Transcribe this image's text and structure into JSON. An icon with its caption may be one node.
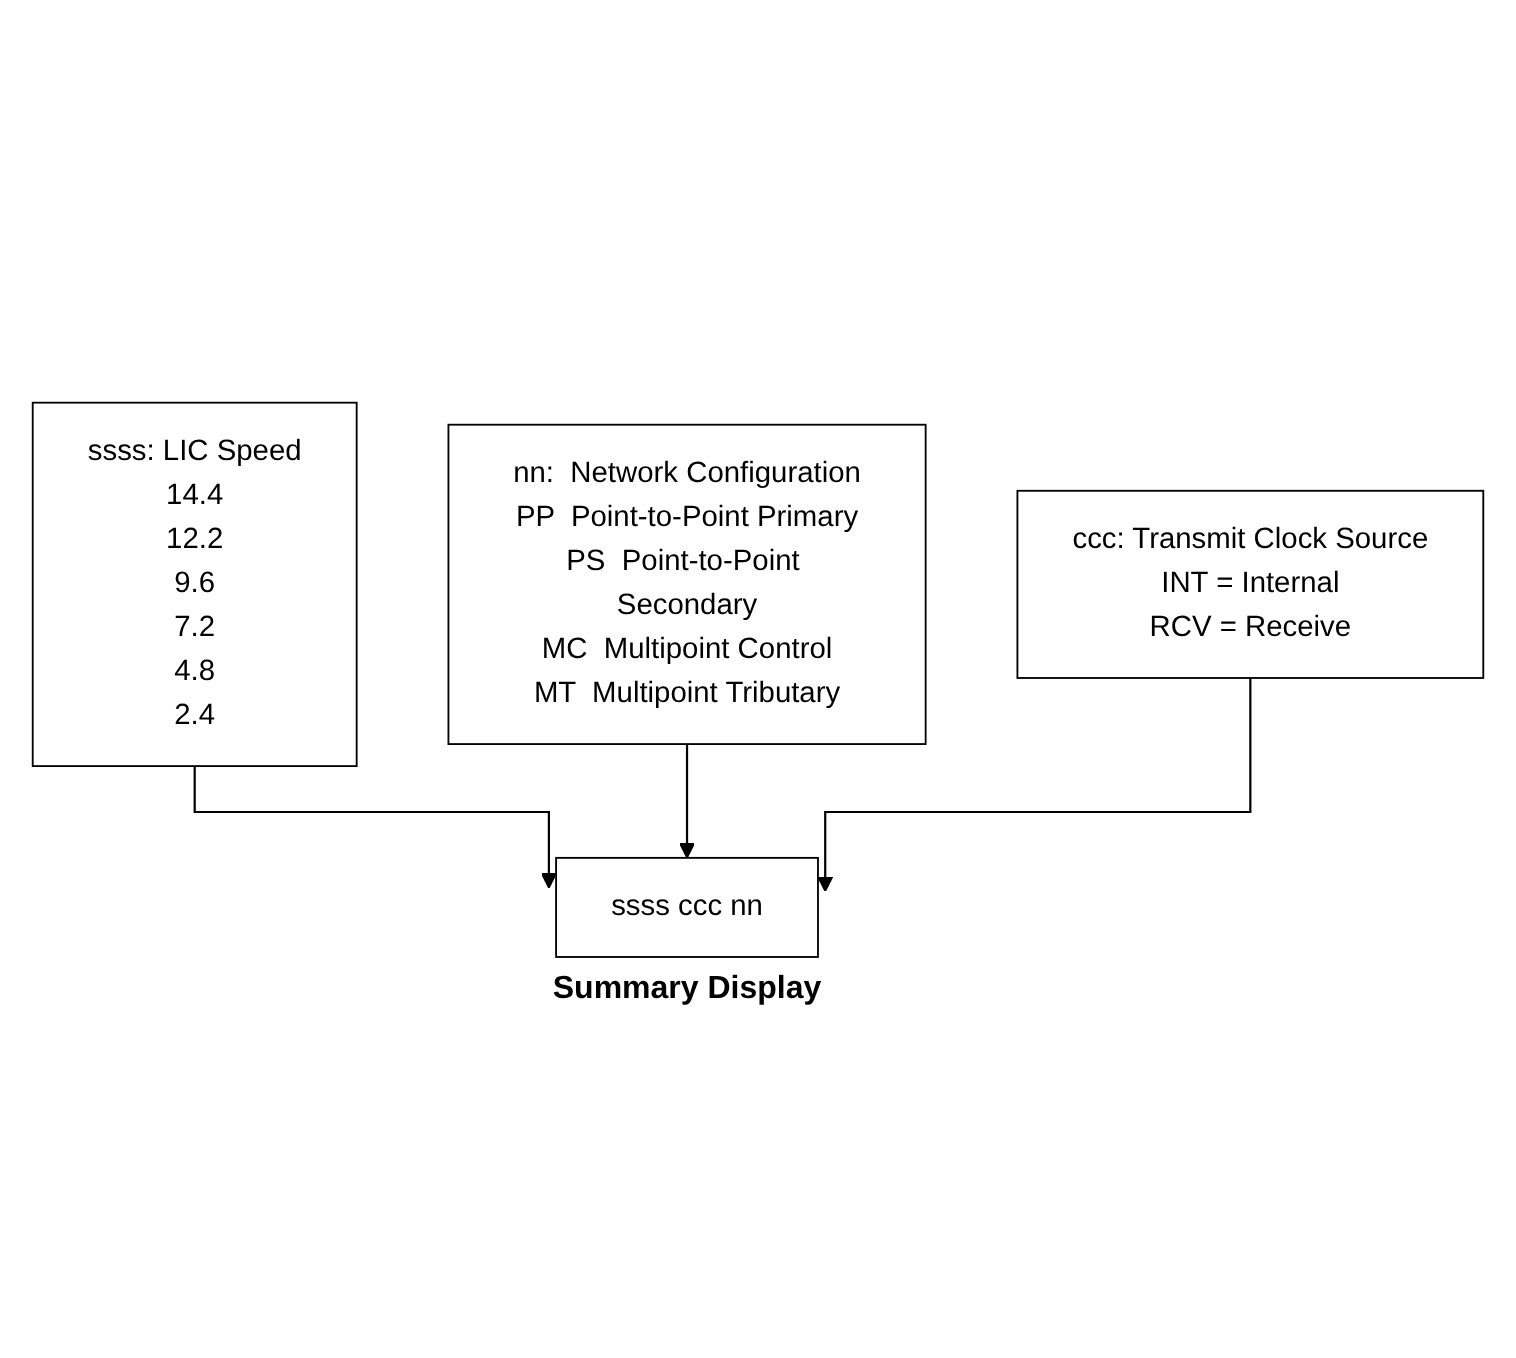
{
  "diagram": {
    "nodes": [
      {
        "text": [
          "ssss:  LIC Speed",
          "14.4",
          "12.2",
          "9.6",
          "7.2",
          "4.8",
          "2.4"
        ]
      },
      {
        "text": [
          "nn:  Network Configuration",
          "PP  Point-to-Point Primary",
          "PS  Point-to-Point Secondary",
          "MC  Multipoint Control",
          "MT  Multipoint Tributary"
        ]
      },
      {
        "text": [
          "ccc:  Transmit Clock Source",
          "INT  = Internal",
          "RCV = Receive"
        ]
      },
      {
        "text": [
          "ssss  ccc  nn"
        ],
        "beside": [
          "Summary Display"
        ]
      }
    ],
    "edges": [
      {
        "from": 0,
        "to": 3,
        "arrow": "to"
      },
      {
        "from": 1,
        "to": 3,
        "arrow": "to"
      },
      {
        "from": 2,
        "to": 3,
        "arrow": "to"
      }
    ]
  }
}
